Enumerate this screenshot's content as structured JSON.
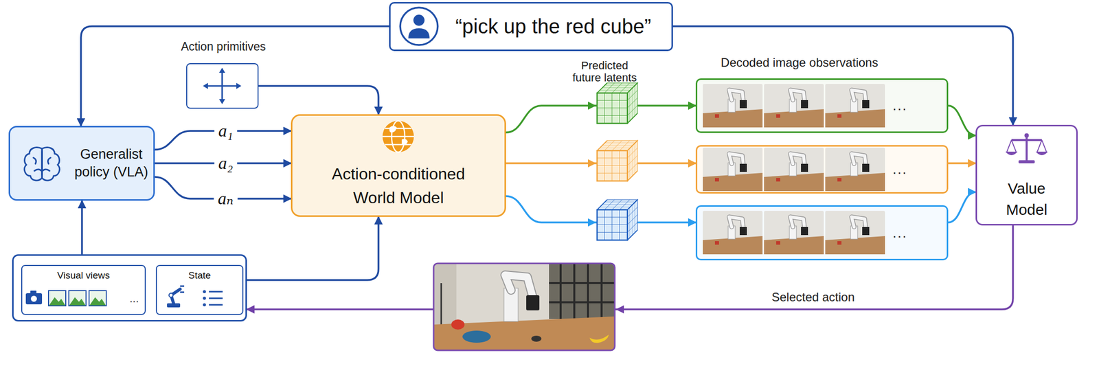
{
  "diagram": {
    "nodes": [
      {
        "text": [
          "“pick up the red cube”"
        ]
      },
      {
        "text": [
          "Action primitives"
        ]
      },
      {
        "text": [
          "Generalist policy (VLA)"
        ]
      },
      {
        "text": [
          "Action-conditioned World Model"
        ]
      },
      {
        "text": [
          "..."
        ]
      },
      {
        "text": [
          "..."
        ]
      },
      {
        "text": [
          "..."
        ]
      },
      {
        "text": [
          "Value Model"
        ]
      },
      {
        "text": []
      },
      {
        "text": [
          "Visual views",
          "..."
        ],
        "in": 8
      },
      {
        "text": [
          "State"
        ],
        "in": 8
      }
    ],
    "edges": [
      {
        "from": 0,
        "to": 2,
        "arrow": "to"
      },
      {
        "from": 0,
        "to": 7,
        "arrow": "to"
      },
      {
        "from": 1,
        "to": 3,
        "arrow": "to"
      },
      {
        "from": 2,
        "to": 3,
        "label": "a₁",
        "arrow": "to"
      },
      {
        "from": 2,
        "to": 3,
        "label": "a₂",
        "arrow": "to"
      },
      {
        "from": 2,
        "to": 3,
        "label": "aₙ",
        "arrow": "to"
      },
      {
        "from": 8,
        "to": 2,
        "arrow": "to"
      },
      {
        "from": 8,
        "to": 3,
        "arrow": "to"
      },
      {
        "from": 3,
        "to": 4,
        "arrow": "to"
      },
      {
        "from": 3,
        "to": 5,
        "arrow": "to"
      },
      {
        "from": 3,
        "to": 6,
        "arrow": "to"
      },
      {
        "from": 4,
        "to": 7,
        "arrow": "to"
      },
      {
        "from": 5,
        "to": 7,
        "arrow": "to"
      },
      {
        "from": 6,
        "to": 7,
        "arrow": "to"
      },
      {
        "from": 7,
        "to": 8,
        "label": "Selected action",
        "arrow": "to"
      }
    ],
    "labels": [
      "Predicted future latents",
      "Decoded image observations"
    ]
  }
}
